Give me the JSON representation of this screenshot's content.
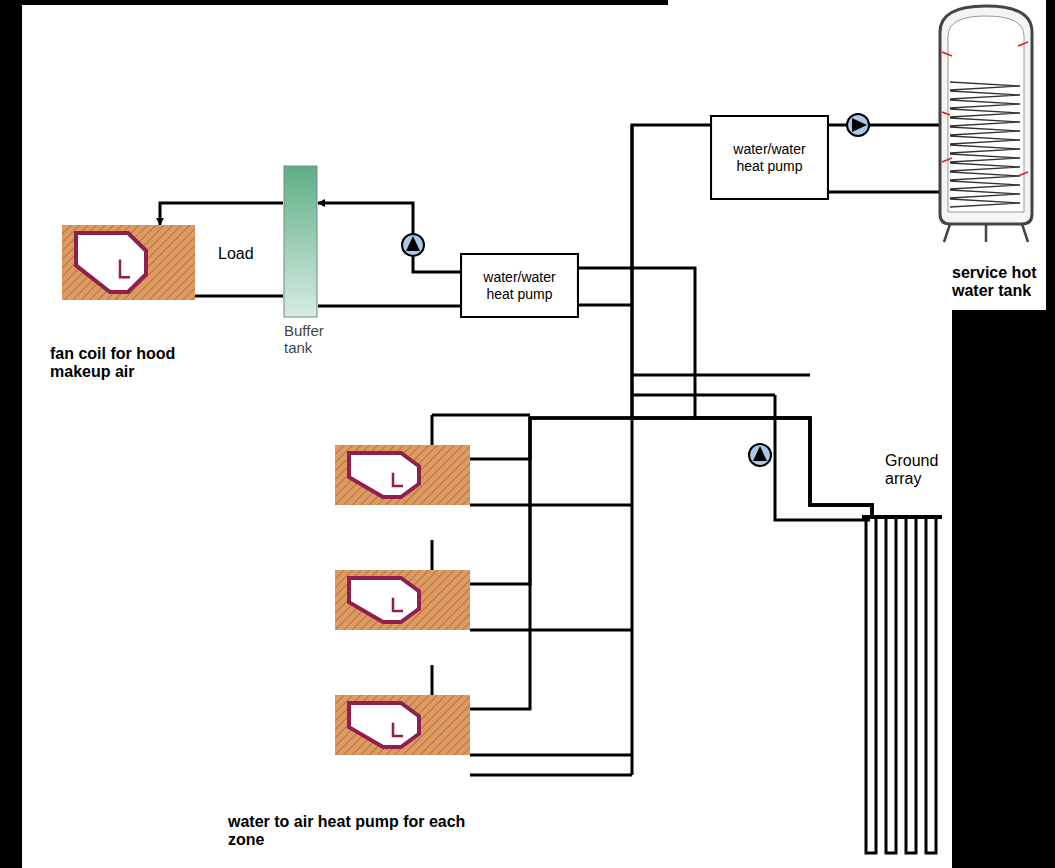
{
  "diagram": {
    "nodes": [
      {
        "text": [
          "Load",
          "fan coil for hood makeup air"
        ]
      },
      {
        "text": [
          "Buffer tank"
        ]
      },
      {
        "text": [
          "water/water heat pump"
        ]
      },
      {
        "text": [
          "water/water heat pump"
        ]
      },
      {
        "text": [
          "service hot water tank"
        ]
      },
      {
        "text": []
      },
      {
        "text": []
      },
      {
        "text": [
          "water to air heat pump for each zone"
        ]
      },
      {
        "text": [
          "Ground array"
        ]
      }
    ],
    "edges": [
      {
        "from": 1,
        "to": 0,
        "arrow": "to"
      },
      {
        "from": 0,
        "to": 1,
        "arrow": "none"
      },
      {
        "from": 2,
        "to": 1,
        "arrow": "to"
      },
      {
        "from": 1,
        "to": 2,
        "arrow": "none"
      },
      {
        "from": 3,
        "to": 4,
        "arrow": "none"
      },
      {
        "from": 4,
        "to": 3,
        "arrow": "none"
      },
      {
        "from": 2,
        "to": 8,
        "arrow": "none"
      },
      {
        "from": 3,
        "to": 8,
        "arrow": "none"
      },
      {
        "from": 5,
        "to": 8,
        "arrow": "none"
      },
      {
        "from": 6,
        "to": 8,
        "arrow": "none"
      },
      {
        "from": 7,
        "to": 8,
        "arrow": "none"
      }
    ]
  }
}
